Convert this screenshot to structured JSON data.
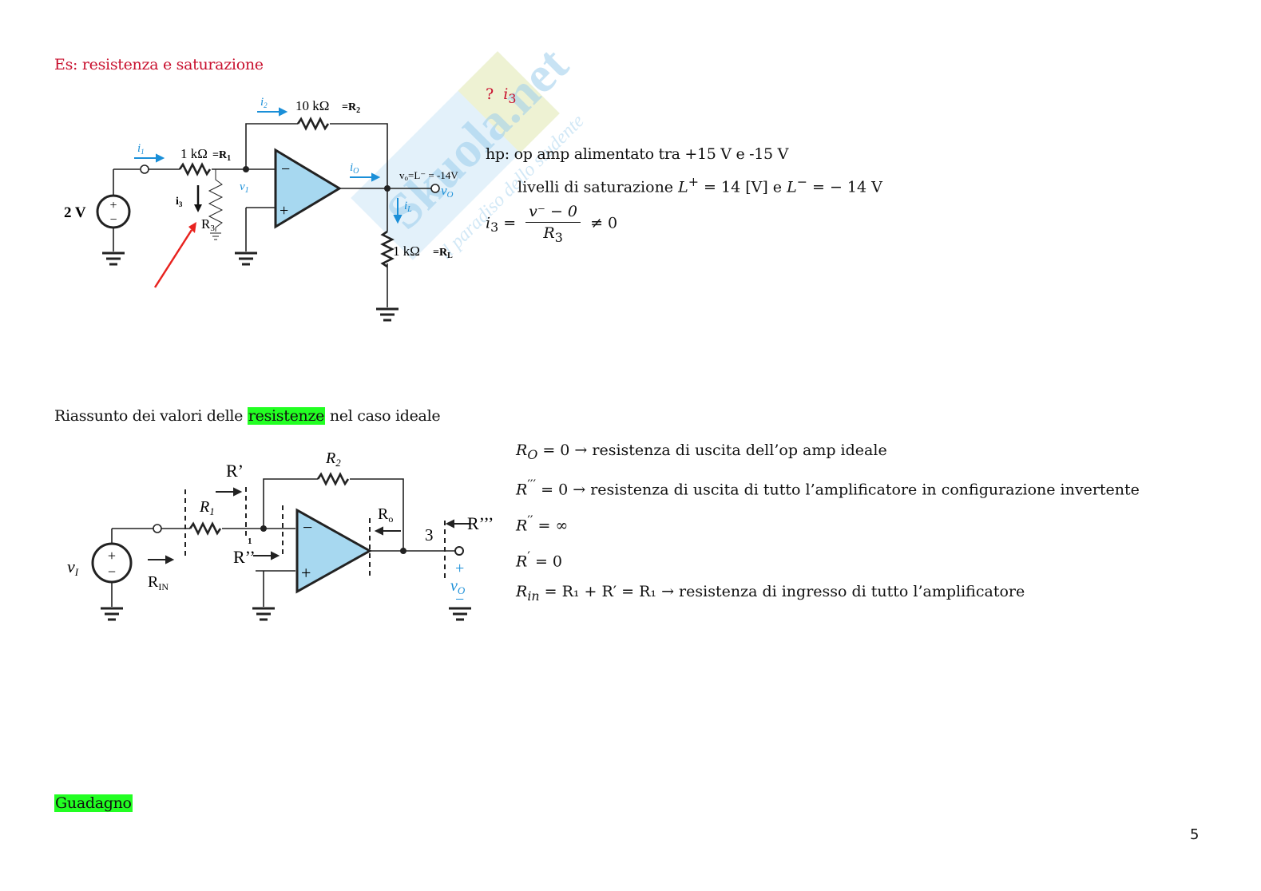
{
  "section1": {
    "title": "Es: resistenza e saturazione",
    "question": "?",
    "question_var": "i",
    "question_sub": "3",
    "circuit": {
      "source_label": "2 V",
      "source_plus": "+",
      "source_minus": "−",
      "i1_label": "i",
      "i1_sub": "1",
      "r1_label": "1 kΩ",
      "r1_name": "=R",
      "r1_sub": "1",
      "i2_label": "i",
      "i2_sub": "2",
      "r2_label": "10 kΩ",
      "r2_name": "=R",
      "r2_sub": "2",
      "v1_label": "v",
      "v1_sub": "1",
      "i3_label": "i",
      "i3_sub": "3",
      "r3_label": "R",
      "r3_sub": "3",
      "opamp_minus": "−",
      "opamp_plus": "+",
      "io_label": "i",
      "io_sub": "O",
      "vo_note": "v",
      "vo_note_sub": "o",
      "vo_note_rest": "=L⁻ = -14V",
      "vo_label": "v",
      "vo_sub": "O",
      "il_label": "i",
      "il_sub": "L",
      "rl_label": "1 kΩ",
      "rl_name": "=R",
      "rl_sub": "L"
    },
    "hp_line": "hp: op amp alimentato tra +15 V e -15 V",
    "saturation_text": "livelli di saturazione",
    "saturation_lplus": "L",
    "saturation_lplus_sup": "+",
    "saturation_lplus_val": " = 14 [V]",
    "saturation_and": " e ",
    "saturation_lminus": "L",
    "saturation_lminus_sup": "−",
    "saturation_lminus_val": " = − 14 V",
    "i3_formula": {
      "lhs": "i",
      "lhs_sub": "3",
      "eq": " = ",
      "numerator": "v⁻ − 0",
      "denominator": "R",
      "denominator_sub": "3",
      "rhs": "≠ 0"
    }
  },
  "section2": {
    "title_before": "Riassunto dei valori delle ",
    "title_highlight": "resistenze",
    "title_after": " nel caso ideale",
    "circuit": {
      "source_label": "v",
      "source_sub": "I",
      "source_plus": "+",
      "source_minus": "−",
      "rin_label": "R",
      "rin_sub": "IN",
      "r1_label": "R",
      "r1_sub": "1",
      "r_prime": "R’",
      "node1": "1",
      "r_double": "R’’",
      "r2_label": "R",
      "r2_sub": "2",
      "opamp_minus": "−",
      "opamp_plus": "+",
      "ro_label": "R",
      "ro_sub": "o",
      "node3": "3",
      "r_triple": "R’’’",
      "vo_plus": "+",
      "vo_label": "v",
      "vo_sub": "O",
      "vo_minus": "−"
    },
    "equations": [
      {
        "lhs": "R",
        "lhs_sub": "O",
        "lhs_sup": "",
        "rhs": " = 0  →  ",
        "desc": "resistenza di uscita dell’op amp ideale"
      },
      {
        "lhs": "R",
        "lhs_sub": "",
        "lhs_sup": "′′′",
        "rhs": " = 0  →  ",
        "desc": " resistenza di uscita di tutto l’amplificatore in configurazione invertente"
      },
      {
        "lhs": "R",
        "lhs_sub": "",
        "lhs_sup": "′′",
        "rhs": " = ∞",
        "desc": ""
      },
      {
        "lhs": "R",
        "lhs_sub": "",
        "lhs_sup": "′",
        "rhs": " = 0",
        "desc": ""
      },
      {
        "lhs": "R",
        "lhs_sub": "in",
        "lhs_sup": "",
        "rhs": " = R₁ + R′ = R₁ →  ",
        "desc": " resistenza di ingresso di tutto l’amplificatore"
      }
    ]
  },
  "section3": {
    "title": "Guadagno"
  },
  "watermark": {
    "brand": "Skuola.net",
    "tagline": "il paradiso dello studente"
  },
  "page_number": "5",
  "colors": {
    "title_red": "#c8102e",
    "highlight_green": "#22ff22",
    "opamp_fill": "#a7d8f0",
    "current_blue": "#1a8fd8",
    "annotation_red": "#e8231f"
  }
}
